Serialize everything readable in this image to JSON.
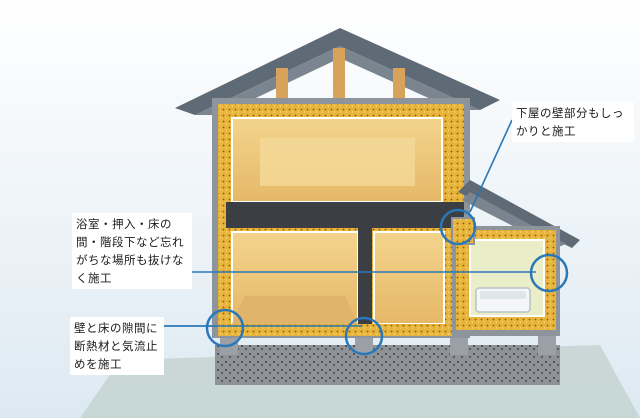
{
  "callouts": {
    "top_right": "下屋の壁部分もしっかりと施工",
    "mid_left": "浴室・押入・床の間・階段下など忘れがちな場所も抜けなく施工",
    "bottom_left": "壁と床の隙間に断熱材と気流止めを施工"
  },
  "colors": {
    "insulation": "#e8b43a",
    "room_floor": "#e7c07e",
    "roof": "#5e6a75",
    "frame": "#8d949b",
    "accent": "#2a78b8",
    "sky": "#e4eef5",
    "beam": "#3b3f44"
  }
}
